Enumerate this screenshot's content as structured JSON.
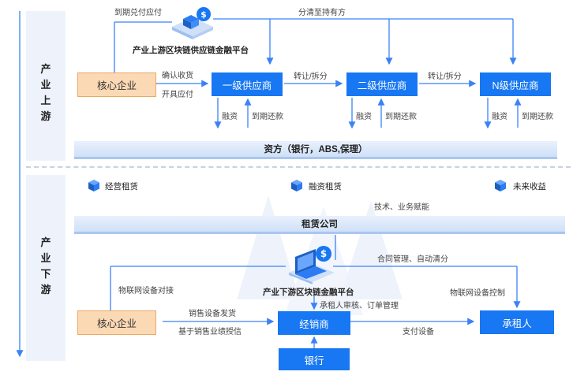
{
  "colors": {
    "primary": "#1877f2",
    "line": "#3b82f6",
    "orange_fill": "#fbd9b4",
    "panel_bg": "#eef3fb"
  },
  "sections": {
    "upstream": "产\n业\n上\n游",
    "downstream": "产\n业\n下\n游"
  },
  "upstream": {
    "top_left_label": "到期兑付应付",
    "top_right_label": "分清至持有方",
    "platform_title": "产业上游区块链供应链金融平台",
    "core_enterprise": "核心企业",
    "confirm_label": "确认收货",
    "issue_label": "开具应付",
    "supplier1": "一级供应商",
    "supplier2": "二级供应商",
    "supplierN": "N级供应商",
    "transfer_label_1": "转让/拆分",
    "transfer_label_2": "转让/拆分",
    "finance_labels": [
      "融资",
      "融资",
      "融资"
    ],
    "repay_labels": [
      "到期还款",
      "到期还款",
      "到期还款"
    ],
    "funding_bar": "资方（银行，ABS,保理）"
  },
  "downstream": {
    "features": [
      "经营租赁",
      "融资租赁",
      "未来收益"
    ],
    "empower_label": "技术、业务赋能",
    "leasing_bar": "租赁公司",
    "contract_label": "合同管理、自动清分",
    "iot_connect_label": "物联网设备对接",
    "platform_title": "产业下游区块链金融平台",
    "iot_control_label": "物联网设备控制",
    "review_label": "承租人审核、订单管理",
    "core_enterprise": "核心企业",
    "ship_label": "销售设备发货",
    "credit_label": "基于销售业绩授信",
    "dealer": "经销商",
    "pay_label": "支付设备",
    "lessee": "承租人",
    "bank": "银行"
  },
  "icons": [
    "blockchain-platform-icon",
    "cube-icon",
    "laptop-coin-icon"
  ]
}
